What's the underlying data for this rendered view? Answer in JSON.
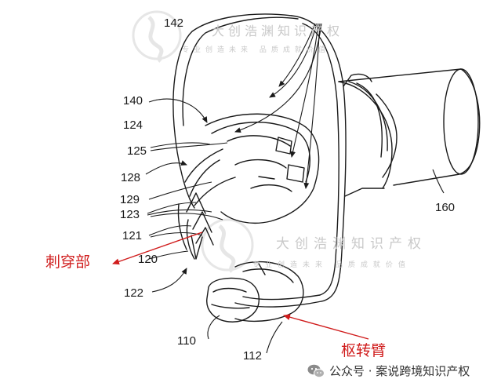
{
  "figure": {
    "reference_numerals": {
      "n142": "142",
      "n140": "140",
      "n124": "124",
      "n125": "125",
      "n128": "128",
      "n129": "129",
      "n123": "123",
      "n121": "121",
      "n120": "120",
      "n122": "122",
      "n110": "110",
      "n112": "112",
      "n160": "160"
    },
    "annotations": {
      "piercing_part": "刺穿部",
      "pivot_arm": "枢转臂"
    },
    "colors": {
      "line": "#1a1a1a",
      "annotation": "#d01c1c",
      "watermark": "#c9c9c9"
    }
  },
  "watermark": {
    "brand_top": "大创浩渊知识产权",
    "slogan_top": "专业创造未来 品质成就价值",
    "brand_mid": "大创浩渊知识产权",
    "slogan_mid": "专业创造未来 品质成就价值"
  },
  "footer": {
    "icon": "wechat-icon",
    "text": "公众号 · 案说跨境知识产权"
  }
}
